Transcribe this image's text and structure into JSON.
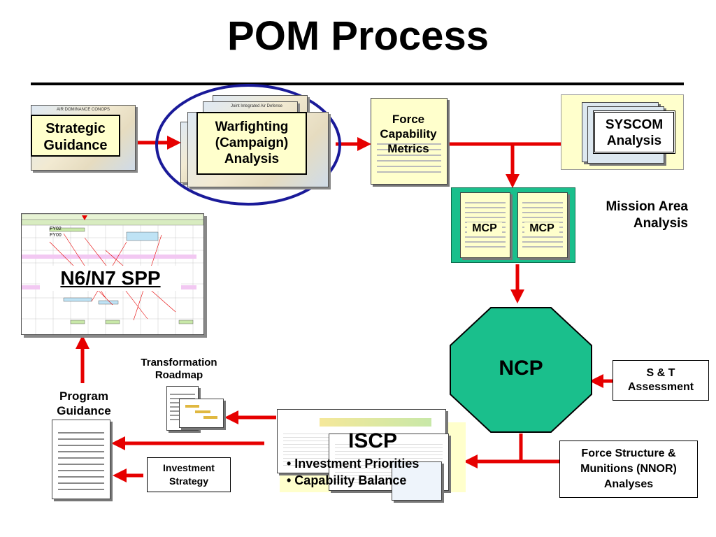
{
  "title": "POM Process",
  "nodes": {
    "strategic_guidance": "Strategic\nGuidance",
    "conops_caption": "AIR DOMINANCE CONOPS",
    "warfighting_analysis": "Warfighting\n(Campaign)\nAnalysis",
    "campaign_caption": "Joint Integrated Air Defense",
    "force_capability_metrics": "Force\nCapability\nMetrics",
    "syscom_analysis": "SYSCOM\nAnalysis",
    "mcp_left": "MCP",
    "mcp_right": "MCP",
    "mission_area_analysis": "Mission Area\nAnalysis",
    "spp_label": "N6/N7 SPP",
    "ncp": "NCP",
    "st_assessment": "S & T\nAssessment",
    "force_structure": "Force Structure &\nMunitions (NNOR)\nAnalyses",
    "iscp_title": "ISCP",
    "iscp_bullet_1": "• Investment Priorities",
    "iscp_bullet_2": "• Capability Balance",
    "transformation_roadmap": "Transformation\nRoadmap",
    "program_guidance": "Program\nGuidance",
    "investment_strategy": "Investment\nStrategy",
    "spp_fy_1": "FY02",
    "spp_fy_2": "FY00"
  },
  "colors": {
    "arrow": "#e60000",
    "ncp_fill": "#1abf8c",
    "mcp_panel": "#1abf8c",
    "note_fill": "#ffffcc",
    "ellipse": "#1a1a99"
  }
}
